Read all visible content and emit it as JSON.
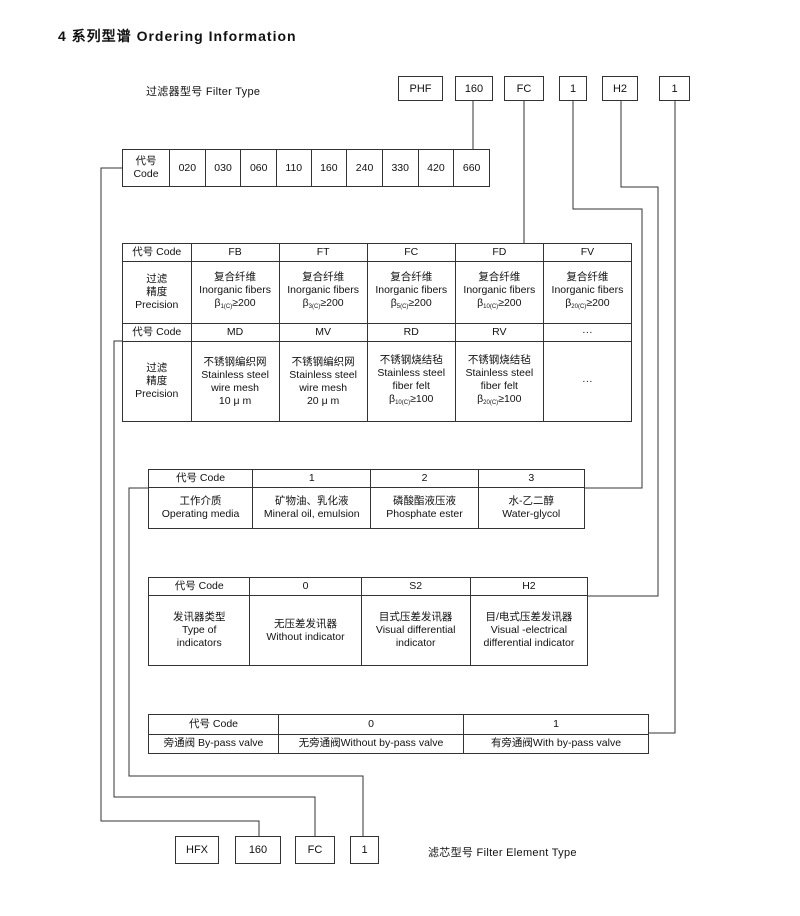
{
  "title": "4 系列型谱 Ordering Information",
  "filter_type_label": "过滤器型号  Filter Type",
  "filter_code": [
    "PHF",
    "160",
    "FC",
    "1",
    "H2",
    "1"
  ],
  "size_table": {
    "header": "代号\nCode",
    "header_line1": "代号",
    "header_line2": "Code",
    "values": [
      "020",
      "030",
      "060",
      "110",
      "160",
      "240",
      "330",
      "420",
      "660"
    ]
  },
  "precision_table": {
    "code_label": "代号 Code",
    "precision_label_1": "过滤",
    "precision_label_2": "精度",
    "precision_label_3": "Precision",
    "row1_codes": [
      "FB",
      "FT",
      "FC",
      "FD",
      "FV"
    ],
    "row1_cells": [
      {
        "cn": "复合纤维",
        "en": "Inorganic fibers",
        "beta": "β",
        "sub": "1(C)",
        "val": "≥200"
      },
      {
        "cn": "复合纤维",
        "en": "Inorganic fibers",
        "beta": "β",
        "sub": "3(C)",
        "val": "≥200"
      },
      {
        "cn": "复合纤维",
        "en": "Inorganic fibers",
        "beta": "β",
        "sub": "5(C)",
        "val": "≥200"
      },
      {
        "cn": "复合纤维",
        "en": "Inorganic fibers",
        "beta": "β",
        "sub": "10(C)",
        "val": "≥200"
      },
      {
        "cn": "复合纤维",
        "en": "Inorganic fibers",
        "beta": "β",
        "sub": "20(C)",
        "val": "≥200"
      }
    ],
    "row2_codes": [
      "MD",
      "MV",
      "RD",
      "RV",
      "···"
    ],
    "row2_cells": [
      {
        "l1": "不锈钢编织网",
        "l2": "Stainless steel",
        "l3": "wire mesh",
        "l4": "10 μ m"
      },
      {
        "l1": "不锈钢编织网",
        "l2": "Stainless steel",
        "l3": "wire mesh",
        "l4": "20 μ m"
      },
      {
        "l1": "不锈钢烧结毡",
        "l2": "Stainless steel",
        "l3": "fiber felt",
        "beta": "β",
        "sub": "10(C)",
        "val": "≥100"
      },
      {
        "l1": "不锈钢烧结毡",
        "l2": "Stainless steel",
        "l3": "fiber felt",
        "beta": "β",
        "sub": "20(C)",
        "val": "≥100"
      },
      {
        "l1": "···"
      }
    ]
  },
  "media_table": {
    "code_label": "代号 Code",
    "codes": [
      "1",
      "2",
      "3"
    ],
    "row_label_cn": "工作介质",
    "row_label_en": "Operating media",
    "values": [
      {
        "cn": "矿物油、乳化液",
        "en": "Mineral oil, emulsion"
      },
      {
        "cn": "磷酸酯液压液",
        "en": "Phosphate ester"
      },
      {
        "cn": "水-乙二醇",
        "en": "Water-glycol"
      }
    ]
  },
  "indicator_table": {
    "code_label": "代号 Code",
    "codes": [
      "0",
      "S2",
      "H2"
    ],
    "row_label_cn": "发讯器类型",
    "row_label_en1": "Type of",
    "row_label_en2": "indicators",
    "values": [
      {
        "l1": "无压差发讯器",
        "l2": "Without indicator",
        "l3": ""
      },
      {
        "l1": "目式压差发讯器",
        "l2": "Visual differential",
        "l3": "indicator"
      },
      {
        "l1": "目/电式压差发讯器",
        "l2": "Visual -electrical",
        "l3": "differential indicator"
      }
    ]
  },
  "bypass_table": {
    "code_label": "代号 Code",
    "codes": [
      "0",
      "1"
    ],
    "row_label": "旁通阀 By-pass valve",
    "values": [
      "无旁通阀Without by-pass valve",
      "有旁通阀With by-pass valve"
    ]
  },
  "element_code": [
    "HFX",
    "160",
    "FC",
    "1"
  ],
  "element_type_label": "滤芯型号 Filter Element Type"
}
